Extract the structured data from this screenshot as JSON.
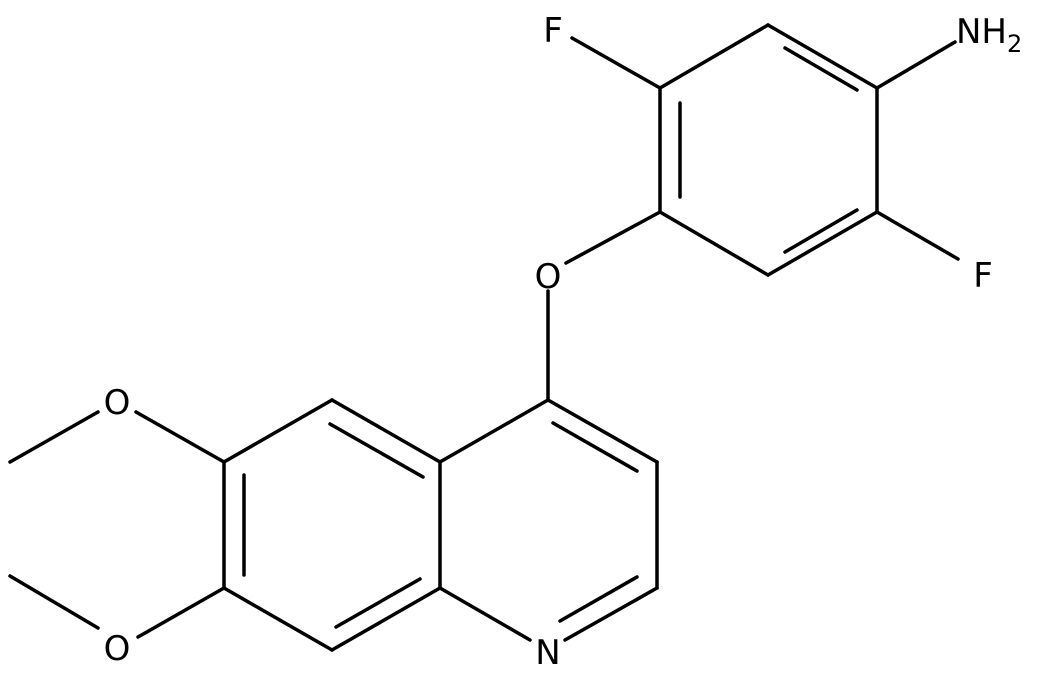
{
  "atoms": {
    "amine": {
      "main": "NH",
      "subscript": "2"
    },
    "fluorine_top": "F",
    "fluorine_right": "F",
    "ether_oxygen": "O",
    "methoxy_oxygen_upper": "O",
    "methoxy_oxygen_lower": "O",
    "quinoline_nitrogen": "N"
  },
  "colors": {
    "bond": "#000000",
    "label": "#000000",
    "background": "#ffffff"
  }
}
